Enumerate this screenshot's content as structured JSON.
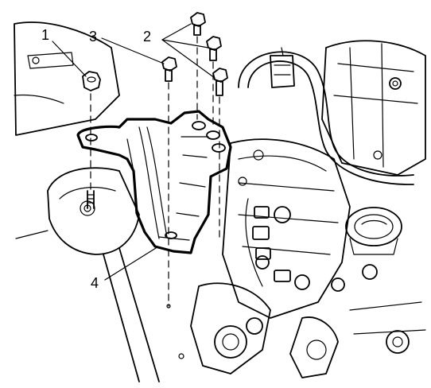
{
  "diagram": {
    "colors": {
      "ink": "#000000",
      "background": "#ffffff",
      "highlight": "#ffffff"
    },
    "callouts": [
      {
        "id": "c1",
        "text": "1"
      },
      {
        "id": "c2",
        "text": "2"
      },
      {
        "id": "c3",
        "text": "3"
      },
      {
        "id": "c4",
        "text": "4"
      }
    ]
  }
}
